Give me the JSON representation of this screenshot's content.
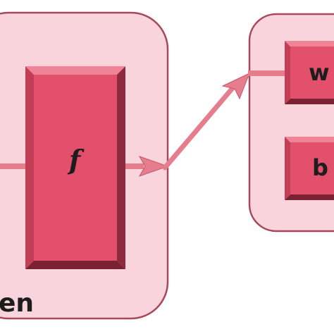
{
  "hidden_layer": {
    "label": "en",
    "function_label": "f"
  },
  "output_layer": {
    "weight_label": "w",
    "bias_label": "b"
  },
  "colors": {
    "panel_fill": "#f9d4dc",
    "panel_stroke": "#a8485d",
    "block_fill": "#e2506b",
    "block_dark": "#8e2a3e",
    "block_light": "#ee8496",
    "arrow": "#e57d8d"
  }
}
